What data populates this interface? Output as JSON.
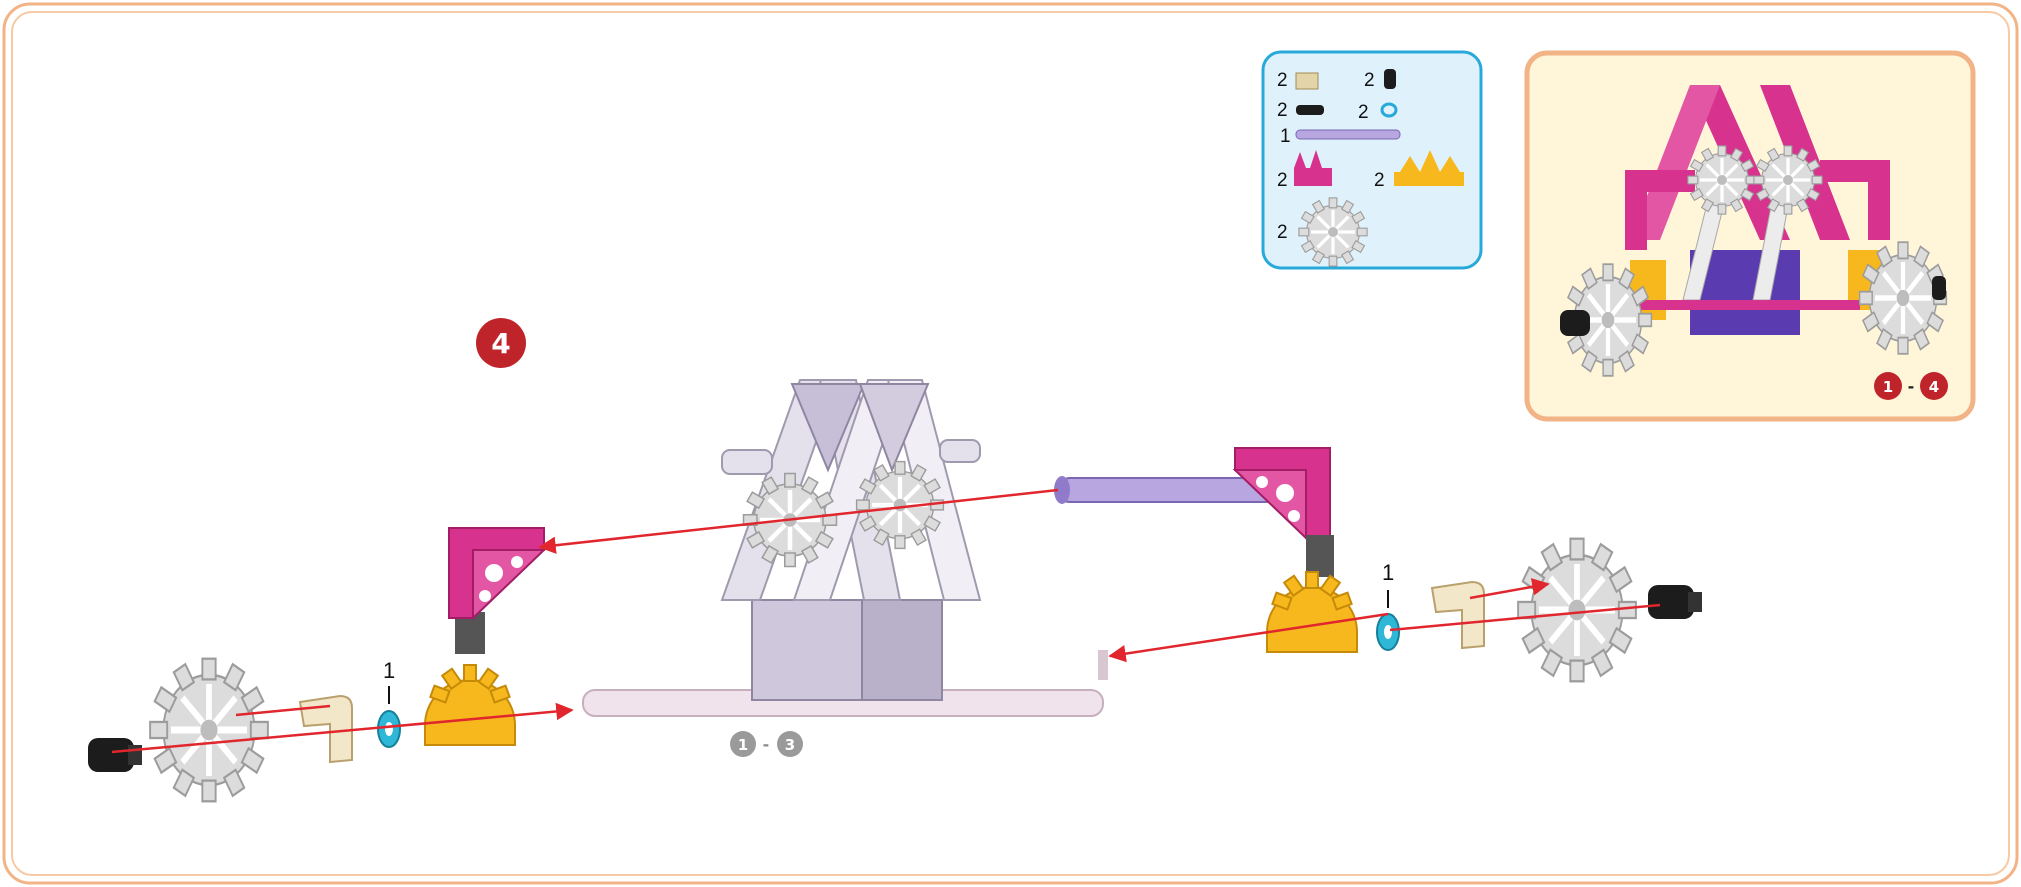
{
  "step": {
    "number": "4",
    "badge_color": "#c0242b"
  },
  "parts_list": {
    "items": [
      {
        "qty": "2",
        "part": "tan-connector-icon"
      },
      {
        "qty": "2",
        "part": "black-clip-icon"
      },
      {
        "qty": "2",
        "part": "black-cap-icon"
      },
      {
        "qty": "2",
        "part": "blue-spacer-icon"
      },
      {
        "qty": "1",
        "part": "purple-rod-icon"
      },
      {
        "qty": "2",
        "part": "pink-corner-icon"
      },
      {
        "qty": "2",
        "part": "yellow-half-gear-icon"
      },
      {
        "qty": "2",
        "part": "white-gear-icon"
      }
    ],
    "border_color": "#27a9d9",
    "background": "#dff2fb"
  },
  "preview": {
    "range_from": "1",
    "range_sep": "-",
    "range_to": "4",
    "badge_color": "#c0242b",
    "border_color": "#f2b486",
    "background": "#fff6da"
  },
  "main": {
    "subassembly_from": "1",
    "subassembly_sep": "-",
    "subassembly_to": "3",
    "subassembly_badge_color": "#9a9a9a",
    "spacer_qty_left": "1",
    "spacer_qty_right": "1",
    "arrow_color": "#e1262d"
  },
  "frame_color": "#f2b486"
}
